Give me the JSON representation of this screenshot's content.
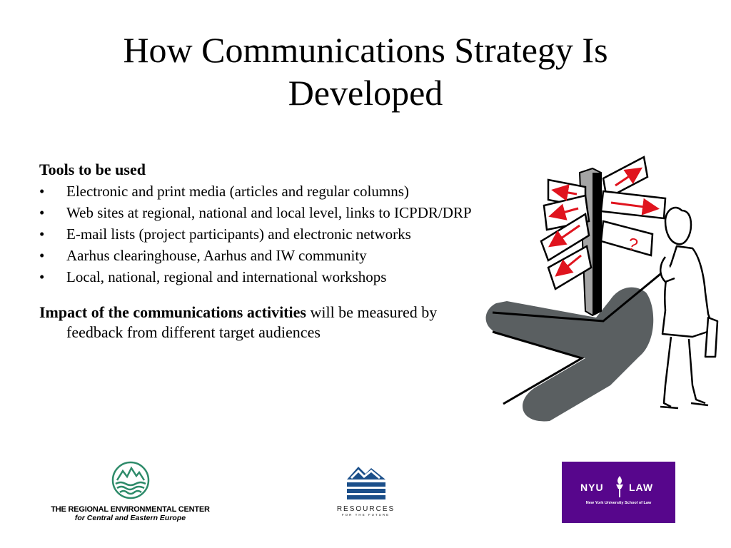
{
  "slide": {
    "title": "How Communications Strategy  Is Developed"
  },
  "tools": {
    "heading": "Tools to be used",
    "bullet_glyph": "•",
    "items": [
      "Electronic and print media (articles and regular columns)",
      "Web sites at regional, national and local level, links to ICPDR/DRP",
      "E-mail lists (project participants) and electronic networks",
      "Aarhus clearinghouse, Aarhus and IW community",
      "Local, national, regional and international workshops"
    ]
  },
  "impact": {
    "bold_text": "Impact of the communications activities",
    "rest_text": " will be measured by feedback from different target audiences"
  },
  "illustration": {
    "icon": "signpost-confused-person-icon",
    "sign_question": "?"
  },
  "logos": {
    "rec": {
      "icon": "rec-mountain-waves-icon",
      "line1": "THE REGIONAL ENVIRONMENTAL CENTER",
      "line2": "for Central and Eastern Europe",
      "color": "#2e8b6a"
    },
    "rff": {
      "icon": "rff-mountain-icon",
      "line1": "RESOURCES",
      "line2": "FOR THE FUTURE",
      "color": "#1b4f8a"
    },
    "nyu": {
      "icon": "nyu-torch-icon",
      "word1": "NYU",
      "word2": "LAW",
      "line2": "New York University School of Law",
      "color": "#57068c"
    }
  },
  "colors": {
    "arrow_red": "#e0141e",
    "shadow_gray": "#5a5f61",
    "post_gray": "#a4a4a4"
  }
}
